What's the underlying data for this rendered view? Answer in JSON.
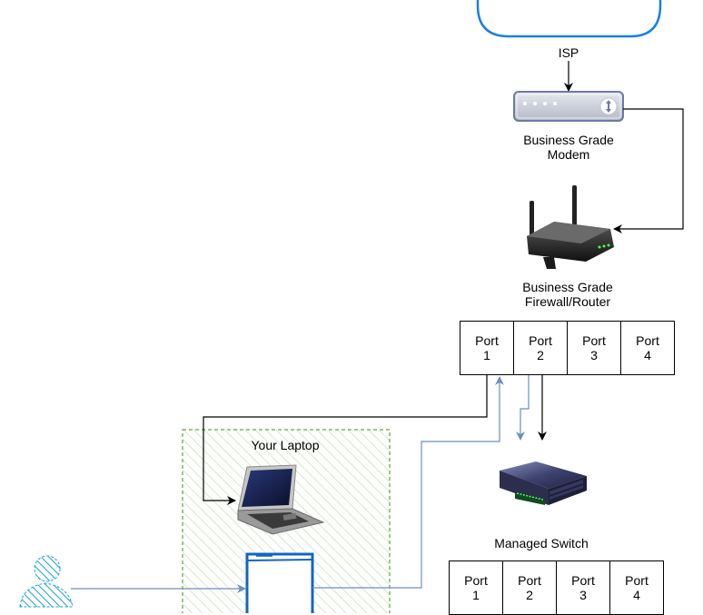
{
  "labels": {
    "isp": "ISP",
    "modem_line1": "Business Grade",
    "modem_line2": "Modem",
    "router_line1": "Business Grade",
    "router_line2": "Firewall/Router",
    "laptop_group": "Your Laptop",
    "switch": "Managed Switch"
  },
  "router_ports": [
    {
      "name": "Port",
      "num": "1"
    },
    {
      "name": "Port",
      "num": "2"
    },
    {
      "name": "Port",
      "num": "3"
    },
    {
      "name": "Port",
      "num": "4"
    }
  ],
  "switch_ports": [
    {
      "name": "Port",
      "num": "1"
    },
    {
      "name": "Port",
      "num": "2"
    },
    {
      "name": "Port",
      "num": "3"
    },
    {
      "name": "Port",
      "num": "4"
    }
  ],
  "colors": {
    "cloud_stroke": "#1a7ee6",
    "laptop_group_stroke": "#82b366",
    "laptop_group_hatch": "#d5e8d4",
    "blue_link": "#6c8ebf",
    "user_icon": "#1ba1e2",
    "device_blue": "#1565c0",
    "modem_body": "#c9ccd6",
    "modem_stroke": "#6c7aa6"
  },
  "icons": {
    "cloud": "cloud-shape",
    "modem": "modem-icon",
    "router": "wireless-router-icon",
    "laptop": "laptop-icon",
    "switch": "network-switch-icon",
    "user": "user-icon",
    "device": "mobile-device-icon"
  }
}
